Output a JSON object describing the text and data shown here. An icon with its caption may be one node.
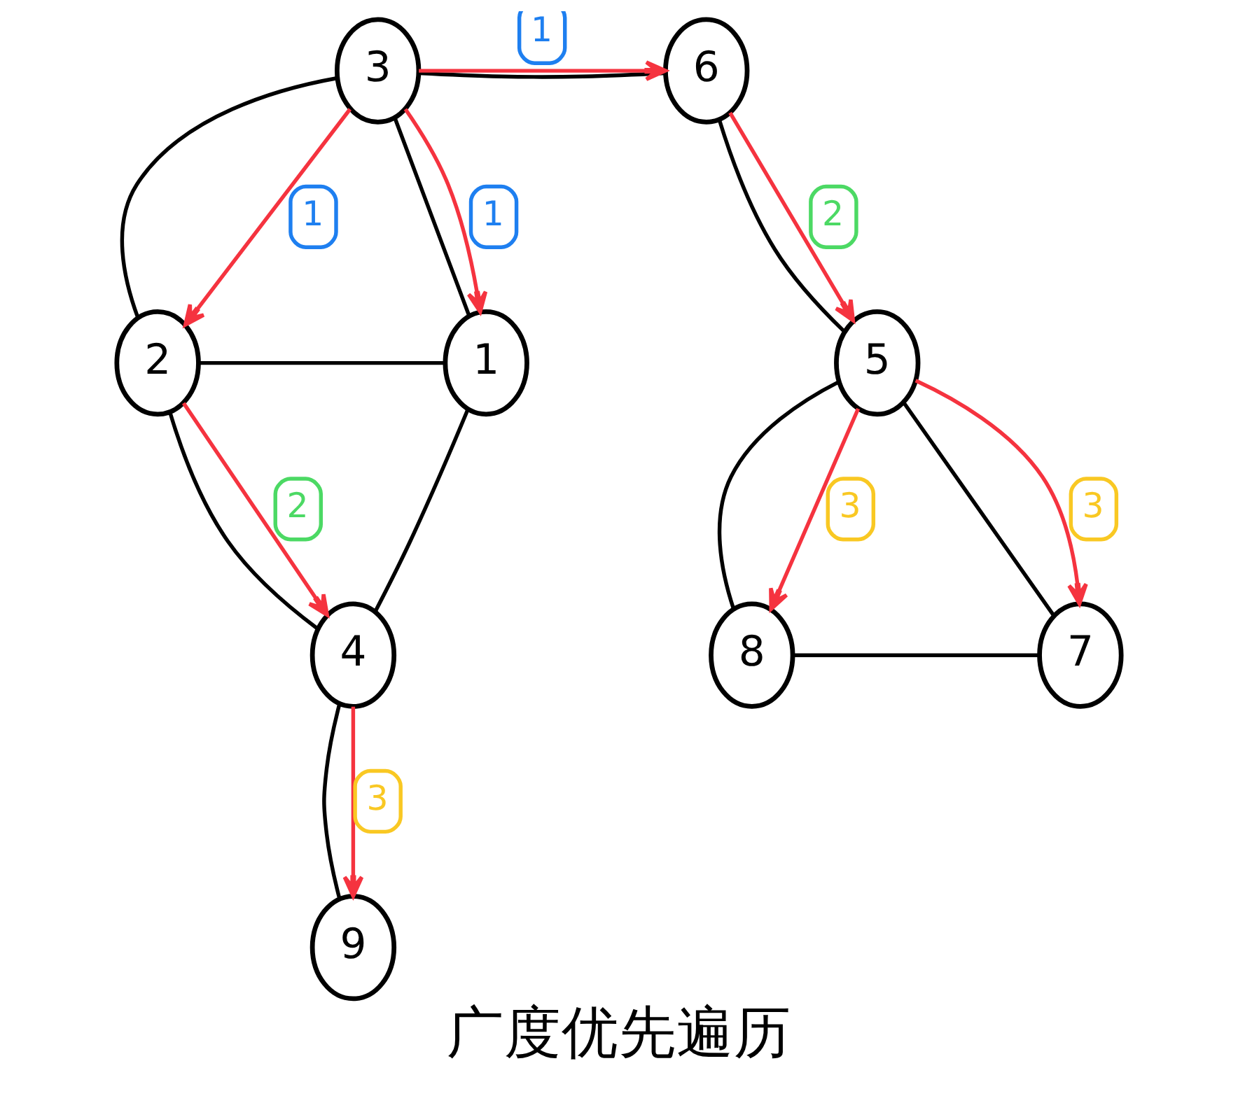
{
  "diagram": {
    "caption": "广度优先遍历",
    "nodes": [
      {
        "text": [
          "3"
        ]
      },
      {
        "text": [
          "6"
        ]
      },
      {
        "text": [
          "2"
        ]
      },
      {
        "text": [
          "1"
        ]
      },
      {
        "text": [
          "5"
        ]
      },
      {
        "text": [
          "4"
        ]
      },
      {
        "text": [
          "8"
        ]
      },
      {
        "text": [
          "7"
        ]
      },
      {
        "text": [
          "9"
        ]
      }
    ],
    "edges": [
      {
        "from": 0,
        "to": 1,
        "arrow": "none"
      },
      {
        "from": 0,
        "to": 1,
        "arrow": "to",
        "label": "1",
        "color": "#f5333f"
      },
      {
        "from": 0,
        "to": 2,
        "arrow": "none"
      },
      {
        "from": 0,
        "to": 2,
        "arrow": "to",
        "label": "1",
        "color": "#f5333f"
      },
      {
        "from": 0,
        "to": 3,
        "arrow": "none"
      },
      {
        "from": 0,
        "to": 3,
        "arrow": "to",
        "label": "1",
        "color": "#f5333f"
      },
      {
        "from": 2,
        "to": 3,
        "arrow": "none"
      },
      {
        "from": 2,
        "to": 5,
        "arrow": "none"
      },
      {
        "from": 2,
        "to": 5,
        "arrow": "to",
        "label": "2",
        "color": "#f5333f"
      },
      {
        "from": 3,
        "to": 5,
        "arrow": "none"
      },
      {
        "from": 5,
        "to": 8,
        "arrow": "none"
      },
      {
        "from": 5,
        "to": 8,
        "arrow": "to",
        "label": "3",
        "color": "#f5333f"
      },
      {
        "from": 1,
        "to": 4,
        "arrow": "none"
      },
      {
        "from": 1,
        "to": 4,
        "arrow": "to",
        "label": "2",
        "color": "#f5333f"
      },
      {
        "from": 4,
        "to": 6,
        "arrow": "none"
      },
      {
        "from": 4,
        "to": 6,
        "arrow": "to",
        "label": "3",
        "color": "#f5333f"
      },
      {
        "from": 4,
        "to": 7,
        "arrow": "none"
      },
      {
        "from": 4,
        "to": 7,
        "arrow": "to",
        "label": "3",
        "color": "#f5333f"
      },
      {
        "from": 6,
        "to": 7,
        "arrow": "none"
      }
    ]
  }
}
